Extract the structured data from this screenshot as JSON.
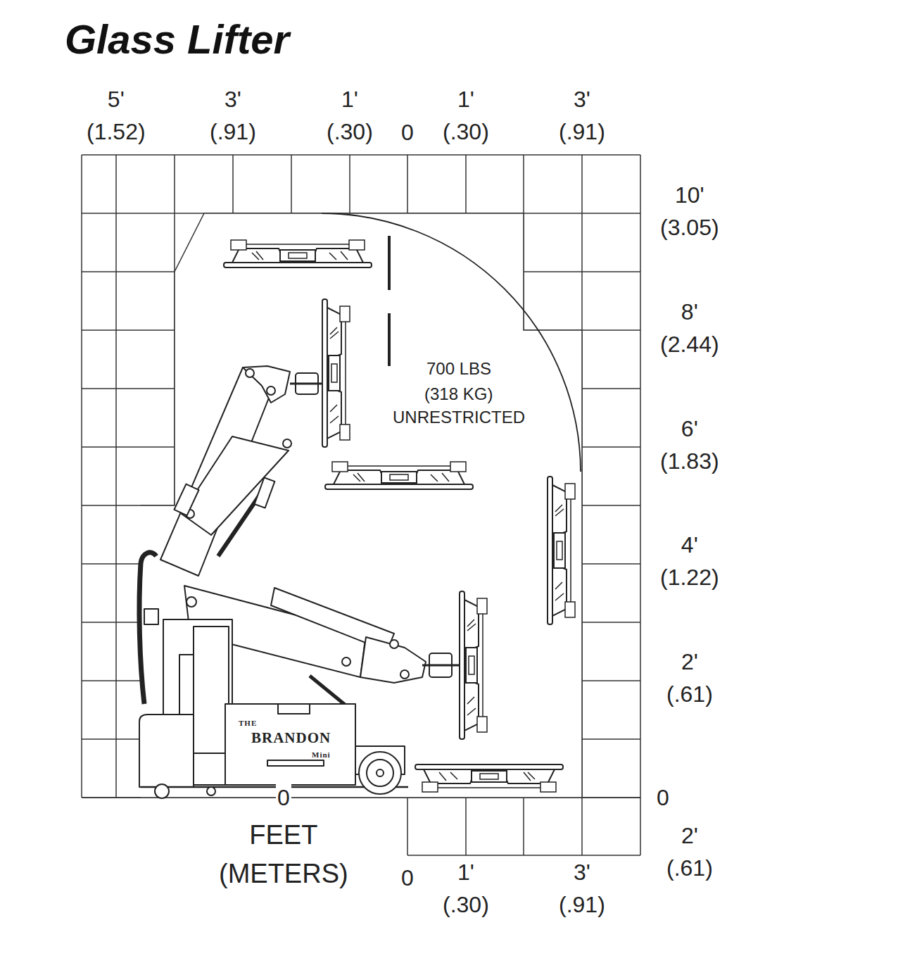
{
  "diagram": {
    "title": "Glass Lifter",
    "labels": [
      "5' (1.52)",
      "3' (.91)",
      "1' (.30)",
      "0",
      "1' (.30)",
      "3' (.91)",
      "10' (3.05)",
      "8' (2.44)",
      "6' (1.83)",
      "4' (1.22)",
      "2' (.61)",
      "0",
      "2' (.61)",
      "700 LBS",
      "(318 KG)",
      "UNRESTRICTED",
      "THE",
      "BRANDON",
      "Mini",
      "0",
      "FEET (METERS)",
      "0",
      "1' (.30)",
      "3' (.91)"
    ]
  }
}
